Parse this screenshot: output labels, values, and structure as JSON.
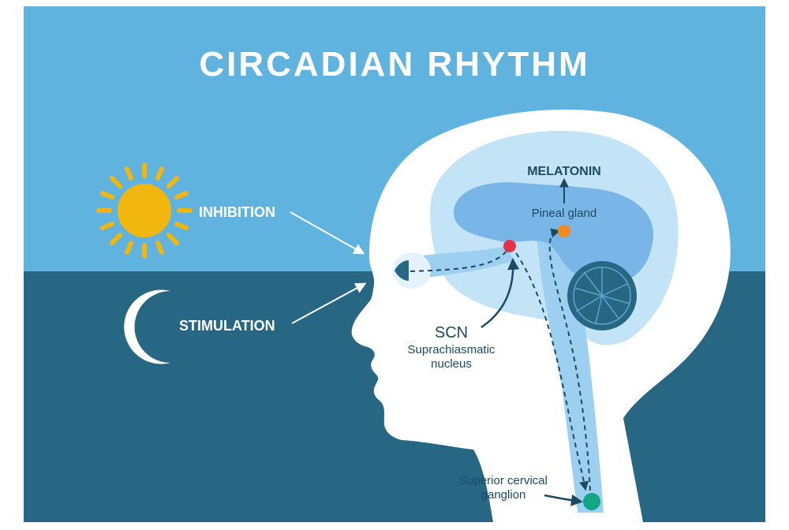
{
  "title": "CIRCADIAN RHYTHM",
  "labels": {
    "inhibition": "INHIBITION",
    "stimulation": "STIMULATION",
    "melatonin": "MELATONIN",
    "pineal_gland": "Pineal gland",
    "scn": "SCN",
    "scn_full_line1": "Suprachiasmatic",
    "scn_full_line2": "nucleus",
    "scg_line1": "Superior cervical",
    "scg_line2": "ganglion"
  },
  "icons": {
    "sun": "sun-icon",
    "moon": "moon-icon",
    "head": "human-head-profile"
  },
  "colors": {
    "sky_day": "#5fb3de",
    "sky_night": "#276783",
    "title": "#ffffff",
    "head": "#ffffff",
    "brain_outer": "#c2e4f6",
    "brain_inner": "#79b5e6",
    "brain_stem": "#9ccff0",
    "cerebellum": "#276783",
    "sun": "#f2b70f",
    "moon": "#ffffff",
    "scn_node": "#e3334c",
    "pineal_node": "#f08a1c",
    "ganglion_node": "#11a686",
    "text_dark": "#1d4a63",
    "path_line": "#1d4a63",
    "label_light": "#ffffff"
  }
}
